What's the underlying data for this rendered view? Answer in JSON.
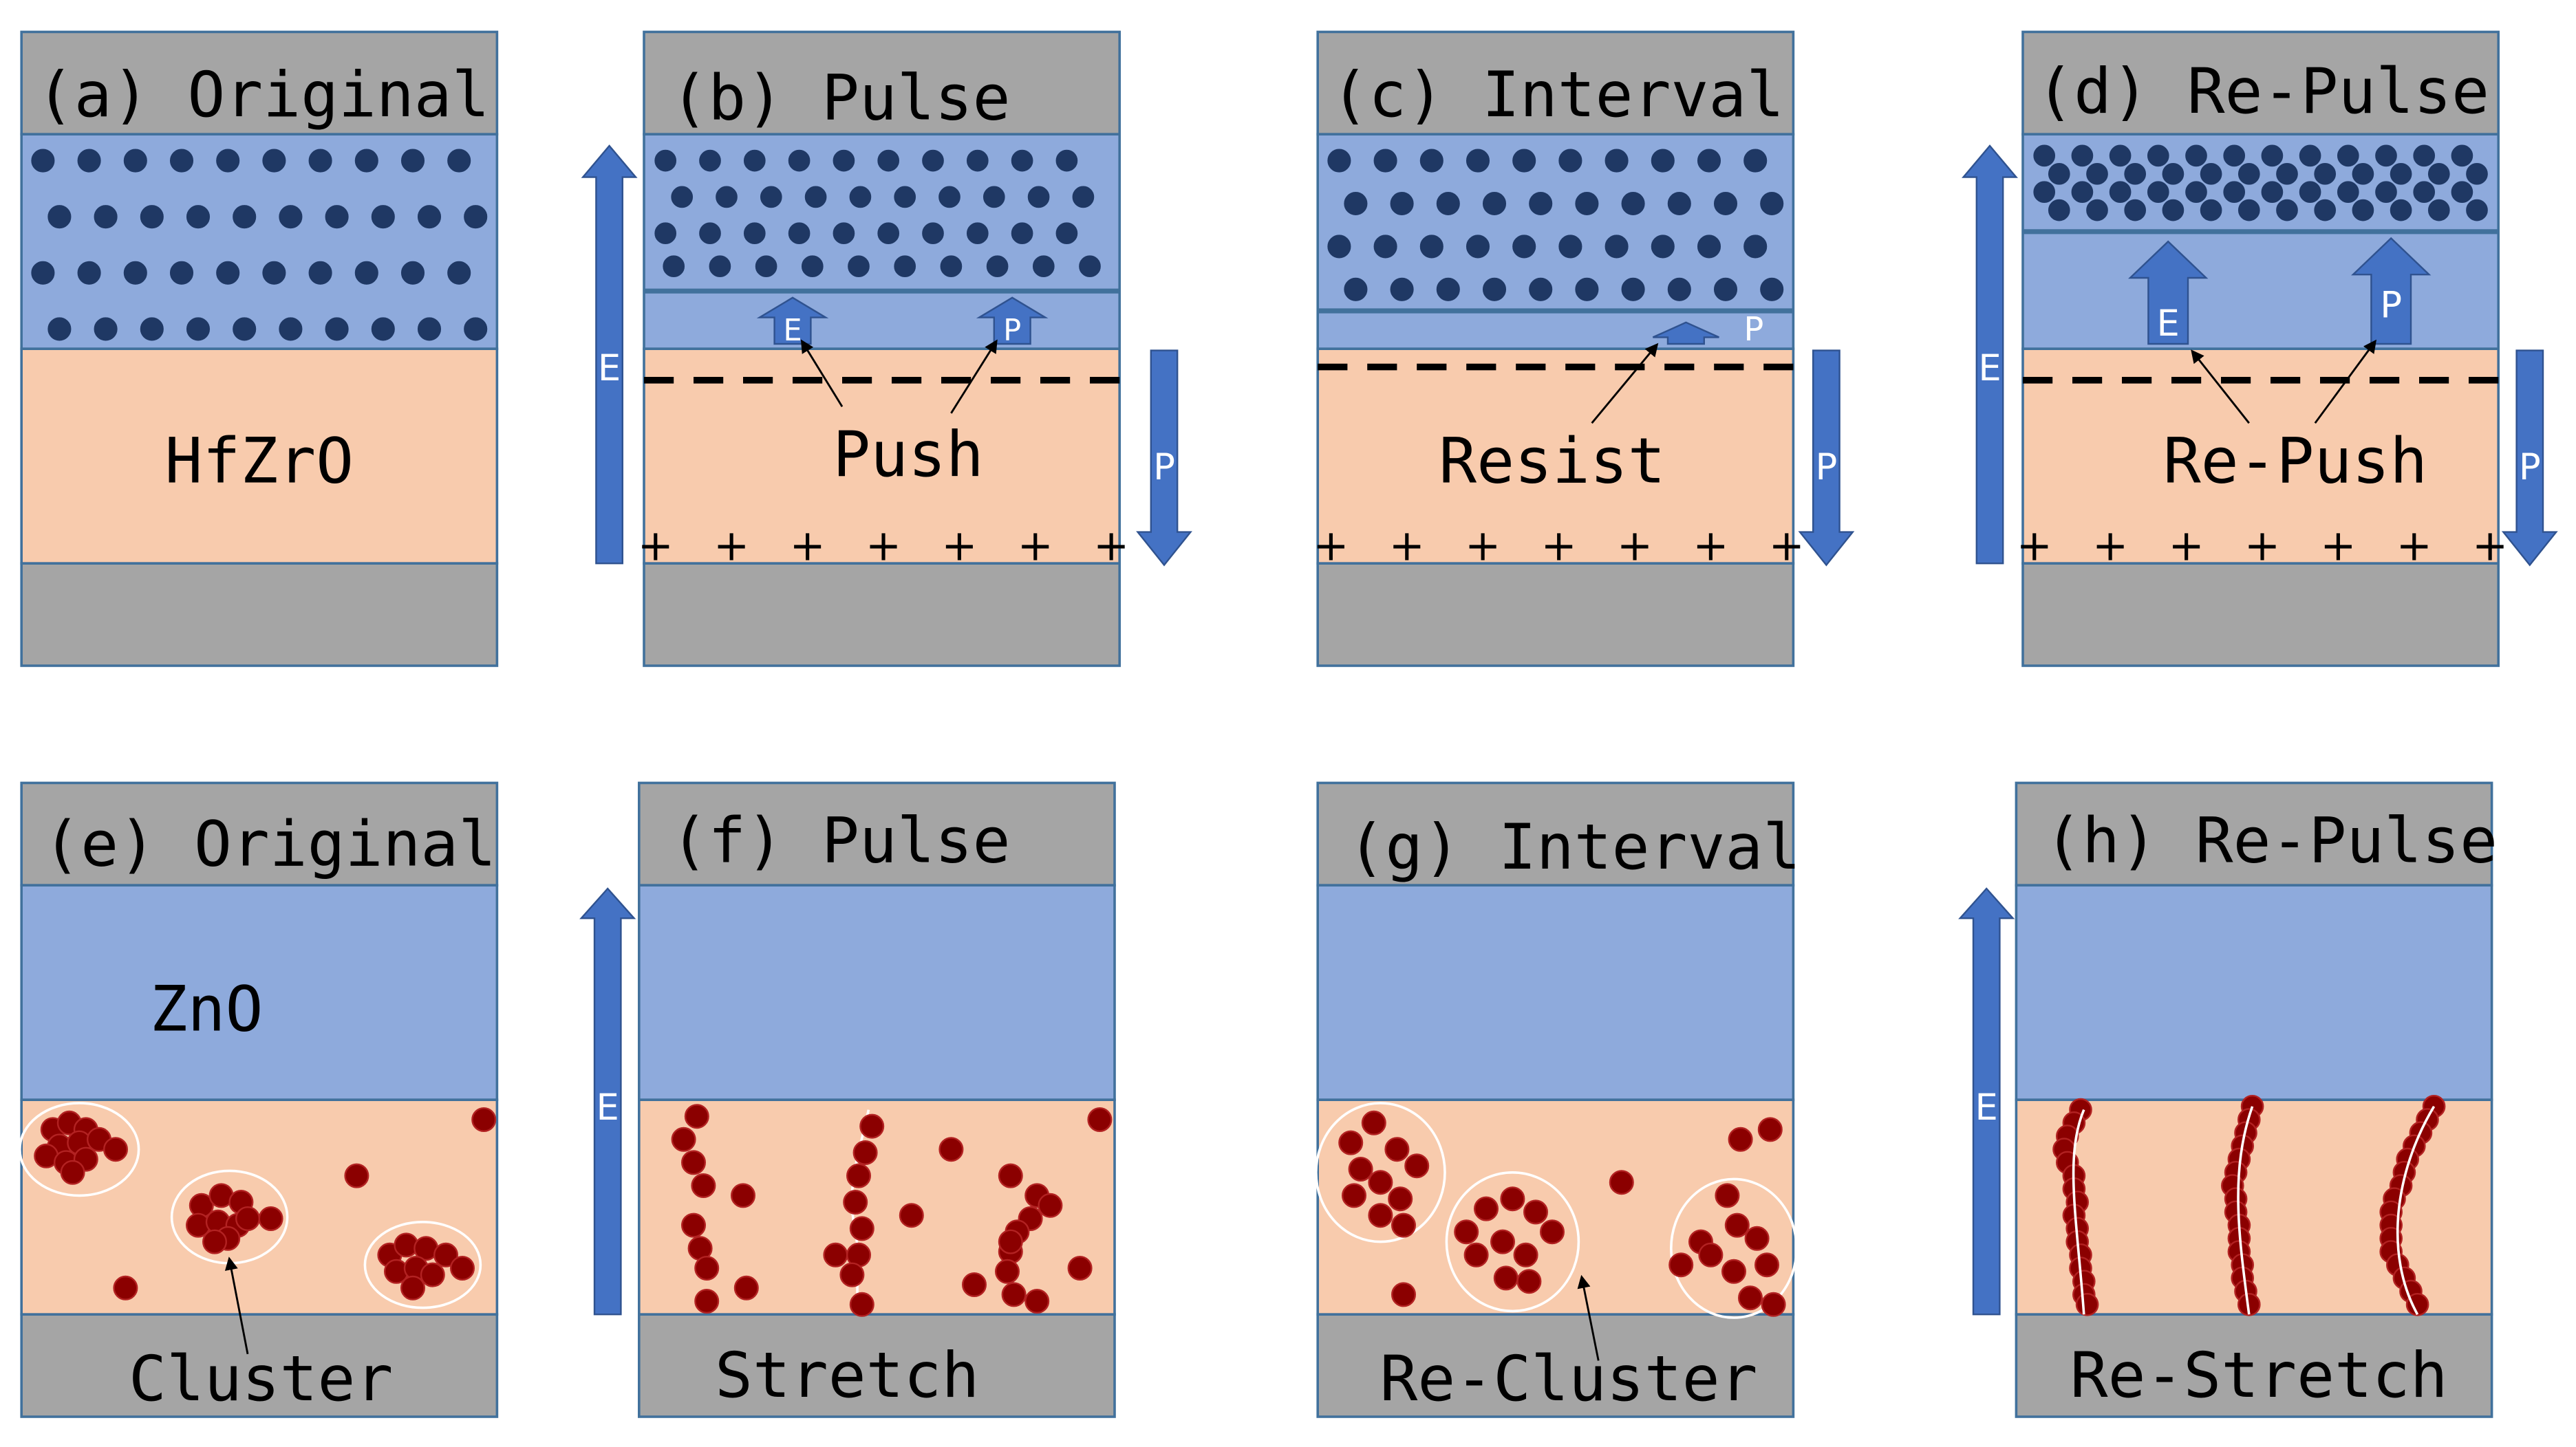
{
  "colors": {
    "gray": "#a5a5a5",
    "blue": "#8eaadc",
    "peach": "#f8cbad",
    "border": "#41719c",
    "dot_blue": "#1f3864",
    "dot_red": "#8b0000",
    "arrow": "#4472c4"
  },
  "panels": {
    "a": {
      "title": "(a) Original",
      "middle": "HfZrO"
    },
    "b": {
      "title": "(b) Pulse",
      "middle": "Push",
      "e_label": "E",
      "p_label": "P"
    },
    "c": {
      "title": "(c) Interval",
      "middle": "Resist",
      "p_label": "P"
    },
    "d": {
      "title": "(d) Re-Pulse",
      "middle": "Re-Push",
      "e_label": "E",
      "p_label": "P"
    },
    "e": {
      "title": "(e) Original",
      "layer": "ZnO",
      "bottom": "Cluster"
    },
    "f": {
      "title": "(f) Pulse",
      "bottom": "Stretch"
    },
    "g": {
      "title": "(g) Interval",
      "bottom": "Re-Cluster"
    },
    "h": {
      "title": "(h) Re-Pulse",
      "bottom": "Re-Stretch"
    }
  },
  "side_arrows": {
    "E": "E",
    "P": "P"
  },
  "plus_sign": "+"
}
